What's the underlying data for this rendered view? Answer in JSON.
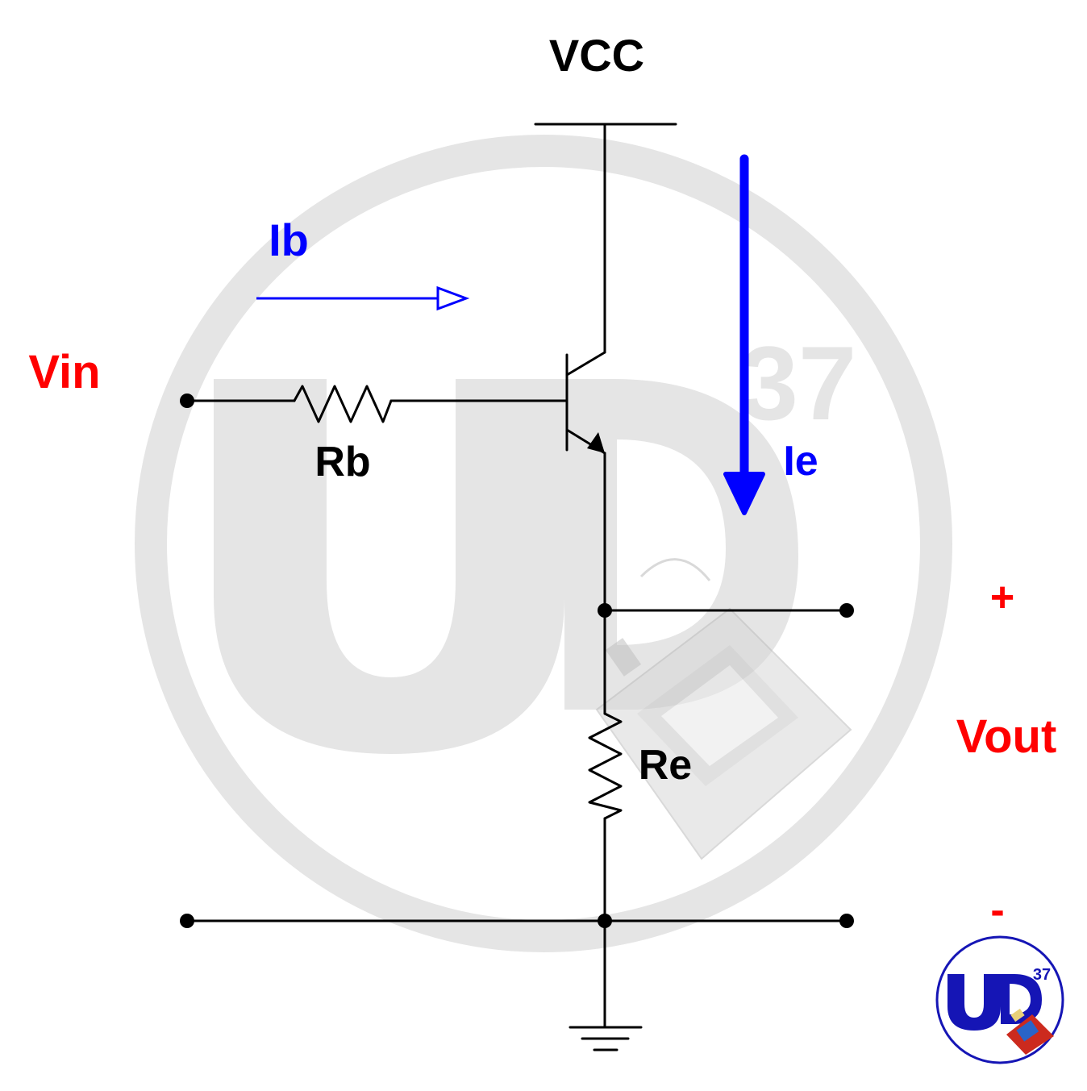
{
  "labels": {
    "vcc": "VCC",
    "ib": "Ib",
    "ie": "Ie",
    "vin": "Vin",
    "rb": "Rb",
    "re": "Re",
    "plus": "+",
    "vout": "Vout",
    "minus": "-"
  },
  "watermark": {
    "text": "37",
    "logo_text": "37"
  },
  "colors": {
    "wire": "#000000",
    "current_arrow": "#0000ff",
    "voltage_label": "#ff0000",
    "watermark": "#e5e5e5",
    "logo_ring": "#1515b5"
  }
}
